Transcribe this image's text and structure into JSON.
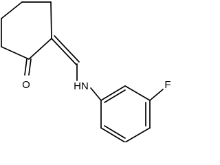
{
  "molecule": {
    "atoms": [
      {
        "id": "oxygen",
        "label": "O"
      },
      {
        "id": "amine",
        "label": "HN"
      },
      {
        "id": "fluorine",
        "label": "F"
      }
    ],
    "colors": {
      "bond": "#000000",
      "text": "#000000",
      "background": "#ffffff"
    }
  }
}
